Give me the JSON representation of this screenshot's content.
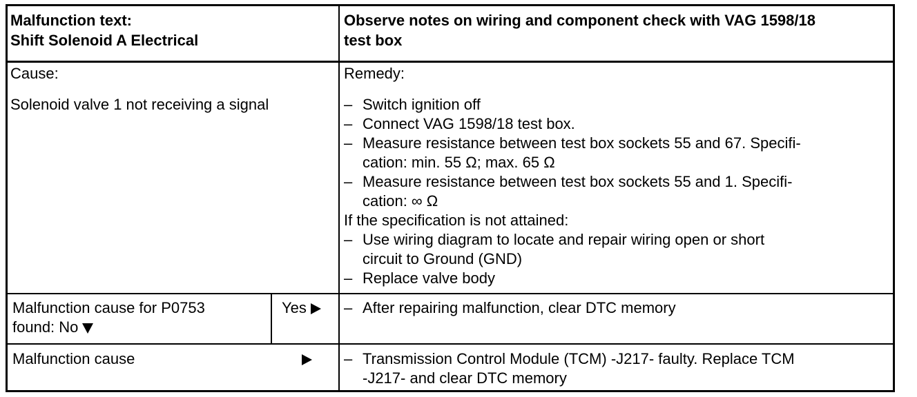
{
  "header": {
    "left_line1": "Malfunction text:",
    "left_line2": "Shift Solenoid A Electrical",
    "right_line1": "Observe notes on wiring and component check with VAG 1598/18",
    "right_line2": "test box"
  },
  "row1": {
    "cause_label": "Cause:",
    "cause_text": "Solenoid valve 1 not receiving a signal",
    "remedy_label": "Remedy:",
    "dash": "–",
    "steps": [
      "Switch ignition off",
      "Connect VAG 1598/18 test box.",
      "Measure resistance between test box sockets 55 and 67. Specifi-",
      "cation: min. 55 Ω;  max. 65 Ω",
      "Measure resistance between test box sockets 55 and 1. Specifi-",
      "cation: ∞ Ω"
    ],
    "condition": "If the specification is not attained:",
    "actions": [
      "Use wiring diagram to locate and repair wiring open or short",
      "circuit to Ground (GND)",
      "Replace valve body"
    ]
  },
  "row2": {
    "question_line1": "Malfunction cause for P0753",
    "question_line2": "found: No",
    "yes_label": "Yes",
    "remedy": "After repairing malfunction, clear DTC memory"
  },
  "row3": {
    "label": "Malfunction cause",
    "remedy_line1": "Transmission Control Module (TCM) -J217- faulty.  Replace TCM",
    "remedy_line2": "-J217- and clear DTC memory"
  },
  "colors": {
    "border": "#000000",
    "text": "#000000",
    "background": "#ffffff"
  }
}
